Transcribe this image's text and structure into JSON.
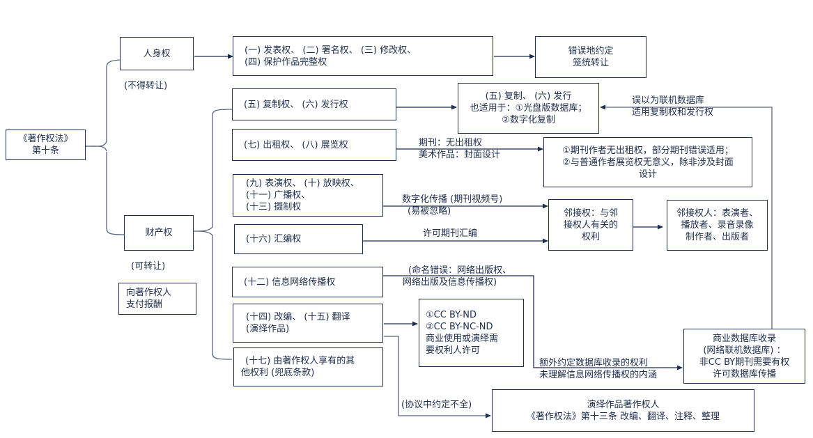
{
  "root": {
    "lines": [
      "《著作权法》",
      "第十条"
    ]
  },
  "personal_rights": {
    "title": "人身权",
    "note": "(不得转让)",
    "items": {
      "lines": [
        "(一) 发表权、  (二) 署名权、  (三) 修改权、",
        "(四) 保护作品完整权"
      ]
    },
    "error": {
      "lines": [
        "错误地约定",
        "笼统转让"
      ]
    }
  },
  "property_rights": {
    "title": "财产权",
    "note": "(可转让)",
    "payment": {
      "lines": [
        "向著作权人",
        "支付报酬"
      ]
    }
  },
  "rights": [
    {
      "id": "copy-distribute",
      "lines": [
        "(五) 复制权、 (六) 发行权"
      ]
    },
    {
      "id": "rent-exhibit",
      "lines": [
        "(七) 出租权、  (八) 展览权"
      ]
    },
    {
      "id": "perform-show",
      "lines": [
        "(九) 表演权、 (十) 放映权、",
        "(十一) 广播权、",
        "(十三) 摄制权"
      ]
    },
    {
      "id": "compile",
      "lines": [
        "(十六) 汇编权"
      ]
    },
    {
      "id": "network",
      "lines": [
        "(十二) 信息网络传播权"
      ]
    },
    {
      "id": "adapt-translate",
      "lines": [
        "(十四) 改编、 (十五) 翻译",
        "(演绎作品)"
      ]
    },
    {
      "id": "other",
      "lines": [
        "(十七) 由著作权人享有的其",
        "他权利 (兜底条款)"
      ]
    }
  ],
  "results": {
    "copy_scope": {
      "lines": [
        "(五) 复制、 (六) 发行",
        "也适用于：①光盘版数据库；",
        "②数字化复制"
      ]
    },
    "rent_exhibit_note": {
      "lines": [
        "①期刊作者无出租权，部分期刊错误适用；",
        "②与普通作者展览权无意义，除非涉及封面",
        "设计"
      ]
    },
    "neighboring": {
      "lines": [
        "邻接权：与邻",
        "接权人有关的",
        "权利"
      ]
    },
    "neighboring_holders": {
      "lines": [
        "邻接权人：表演者、",
        "播放者、录音录像",
        "制作者、出版者"
      ]
    },
    "cc_license": {
      "lines": [
        "①CC BY-ND",
        "②CC BY-NC-ND",
        "商业使用或演绎需",
        "要权利人许可"
      ]
    },
    "commercial_db": {
      "lines": [
        "商业数据库收录",
        "(网络联机数据库) ：",
        "非CC BY期刊需要有权",
        "许可数据库传播"
      ]
    },
    "derivative_owner": {
      "lines": [
        "演绎作品著作权人",
        "《著作权法》第十三条 改编、翻译、注释、整理"
      ]
    }
  },
  "edge_labels": {
    "online_db_mistake": [
      "误以为联机数据库",
      "适用复制权和发行权"
    ],
    "rent_exhibit": [
      "期刊：无出租权",
      "美术作品：封面设计"
    ],
    "digital_broadcast": [
      "数字化传播 (期刊视频号)",
      "(易被忽略)"
    ],
    "compile_license": [
      "许可期刊汇编"
    ],
    "naming_error": [
      "(命名错误：网络出版权、",
      "网络出版及信息传播权)"
    ],
    "db_extra": [
      "额外约定数据库收录的权利",
      "未理解信息网络传播权的内涵"
    ],
    "incomplete_agreement": [
      "(协议中约定不全)"
    ]
  },
  "colors": {
    "line": "#1f2d4d",
    "connector": "#5a6580",
    "background": "#ffffff"
  }
}
